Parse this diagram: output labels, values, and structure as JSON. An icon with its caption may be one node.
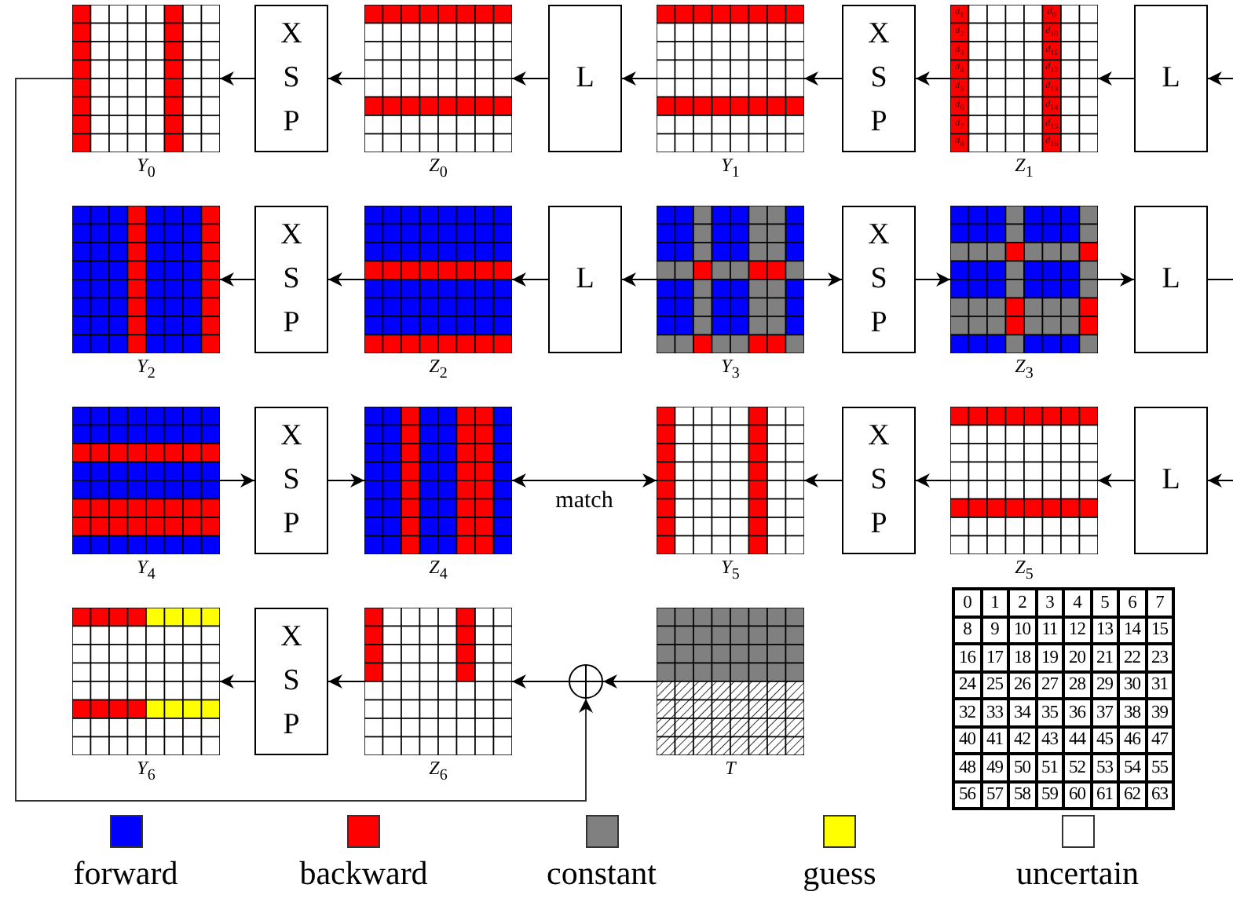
{
  "diagram": {
    "nodes": [
      {
        "text": [
          "*Y*$_{0}$"
        ]
      },
      {
        "text": [
          "X S P"
        ]
      },
      {
        "text": [
          "*Z*$_{0}$"
        ]
      },
      {
        "text": [
          "L"
        ]
      },
      {
        "text": [
          "*Y*$_{1}$"
        ]
      },
      {
        "text": [
          "X S P"
        ]
      },
      {
        "text": [
          "*Z*$_{1}$",
          "*d*$_{1}$",
          "*d*$_{2}$",
          "*d*$_{3}$",
          "*d*$_{4}$",
          "*d*$_{5}$",
          "*d*$_{6}$",
          "*d*$_{7}$",
          "*d*$_{8}$",
          "*d*$_{9}$",
          "*d*$_{10}$",
          "*d*$_{11}$",
          "*d*$_{12}$",
          "*d*$_{13}$",
          "*d*$_{14}$",
          "*d*$_{15}$",
          "*d*$_{16}$"
        ]
      },
      {
        "text": [
          "L"
        ]
      },
      {
        "text": [
          "*Y*$_{2}$"
        ]
      },
      {
        "text": [
          "X S P"
        ]
      },
      {
        "text": [
          "*Z*$_{2}$"
        ]
      },
      {
        "text": [
          "L"
        ]
      },
      {
        "text": [
          "*Y*$_{3}$"
        ]
      },
      {
        "text": [
          "X S P"
        ]
      },
      {
        "text": [
          "*Z*$_{3}$"
        ]
      },
      {
        "text": [
          "L"
        ]
      },
      {
        "text": [
          "*Y*$_{4}$"
        ]
      },
      {
        "text": [
          "X S P"
        ]
      },
      {
        "text": [
          "*Z*$_{4}$"
        ]
      },
      {
        "text": [
          "*Y*$_{5}$"
        ]
      },
      {
        "text": [
          "X S P"
        ]
      },
      {
        "text": [
          "*Z*$_{5}$"
        ]
      },
      {
        "text": [
          "L"
        ]
      },
      {
        "text": [
          "*Y*$_{6}$"
        ]
      },
      {
        "text": [
          "X S P"
        ]
      },
      {
        "text": [
          "*Z*$_{6}$"
        ]
      },
      {
        "text": [],
        "shape": "circle"
      },
      {
        "text": [
          "*T*"
        ]
      }
    ],
    "edges": [
      {
        "from": null,
        "to": 7,
        "arrow": "to"
      },
      {
        "from": 7,
        "to": 6,
        "arrow": "to"
      },
      {
        "from": 6,
        "to": 5,
        "arrow": "to"
      },
      {
        "from": 5,
        "to": 4,
        "arrow": "to"
      },
      {
        "from": 4,
        "to": 3,
        "arrow": "to"
      },
      {
        "from": 3,
        "to": 2,
        "arrow": "to"
      },
      {
        "from": 2,
        "to": 1,
        "arrow": "to"
      },
      {
        "from": 1,
        "to": 0,
        "arrow": "to"
      },
      {
        "from": 0,
        "to": 26,
        "arrow": "to"
      },
      {
        "from": 12,
        "to": 11,
        "arrow": "to"
      },
      {
        "from": 11,
        "to": 10,
        "arrow": "to"
      },
      {
        "from": 10,
        "to": 9,
        "arrow": "to"
      },
      {
        "from": 9,
        "to": 8,
        "arrow": "to"
      },
      {
        "from": 12,
        "to": 13,
        "arrow": "to"
      },
      {
        "from": 13,
        "to": 14,
        "arrow": "to"
      },
      {
        "from": 14,
        "to": 15,
        "arrow": "to"
      },
      {
        "from": 15,
        "to": null,
        "arrow": "none"
      },
      {
        "from": 16,
        "to": 17,
        "arrow": "to"
      },
      {
        "from": 17,
        "to": 18,
        "arrow": "to"
      },
      {
        "from": 18,
        "to": 19,
        "arrow": "both",
        "label": "match"
      },
      {
        "from": null,
        "to": 22,
        "arrow": "to"
      },
      {
        "from": 22,
        "to": 21,
        "arrow": "to"
      },
      {
        "from": 21,
        "to": 20,
        "arrow": "to"
      },
      {
        "from": 20,
        "to": 19,
        "arrow": "to"
      },
      {
        "from": 27,
        "to": 26,
        "arrow": "to"
      },
      {
        "from": 26,
        "to": 25,
        "arrow": "to"
      },
      {
        "from": 25,
        "to": 24,
        "arrow": "to"
      },
      {
        "from": 24,
        "to": 23,
        "arrow": "to"
      }
    ],
    "labels": [
      "0",
      "1",
      "2",
      "3",
      "4",
      "5",
      "6",
      "7",
      "8",
      "9",
      "10",
      "11",
      "12",
      "13",
      "14",
      "15",
      "16",
      "17",
      "18",
      "19",
      "20",
      "21",
      "22",
      "23",
      "24",
      "25",
      "26",
      "27",
      "28",
      "29",
      "30",
      "31",
      "32",
      "33",
      "34",
      "35",
      "36",
      "37",
      "38",
      "39",
      "40",
      "41",
      "42",
      "43",
      "44",
      "45",
      "46",
      "47",
      "48",
      "49",
      "50",
      "51",
      "52",
      "53",
      "54",
      "55",
      "56",
      "57",
      "58",
      "59",
      "60",
      "61",
      "62",
      "63"
    ],
    "legend": [
      {
        "text": "forward",
        "color": "#0000ff"
      },
      {
        "text": "backward",
        "color": "#ff0000"
      },
      {
        "text": "constant",
        "color": "#808080"
      },
      {
        "text": "guess",
        "color": "#ffff00"
      },
      {
        "text": "uncertain",
        "color": "#ffffff"
      }
    ]
  }
}
